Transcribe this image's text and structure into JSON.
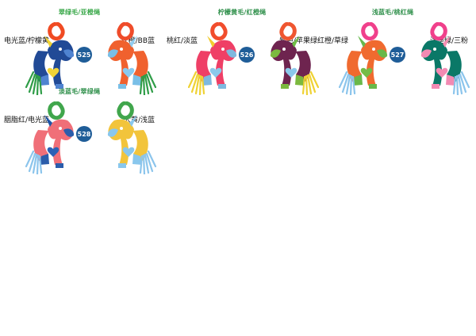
{
  "colors": {
    "header_green": "#2f9d48",
    "header_dark": "#3d7f52",
    "badge": "#1f5d98",
    "badge_text": "#ffffff"
  },
  "groups": [
    {
      "header": "翠绿毛/亚橙绳",
      "header_color": "#38a748",
      "number": "525",
      "left_label": "电光蓝/柠檬黄",
      "right_label": "红橙/BB蓝",
      "left_toy": {
        "body": "#214a96",
        "ear": "#f0d230",
        "mane": "#2f9d48",
        "heart": "#f1d438",
        "hoof": "#4f83d1",
        "strap": "#f04b23"
      },
      "right_toy": {
        "body": "#f0612e",
        "ear": "#91cdf0",
        "mane": "#2f9d48",
        "heart": "#88c9ef",
        "hoof": "#79bfe7",
        "strap": "#ef4c2a"
      }
    },
    {
      "header": "柠檬黄毛/红橙绳",
      "header_color": "#2e8f4a",
      "number": "526",
      "left_label": "桃红/淡蓝",
      "right_label": "紫色/苹果绿",
      "left_toy": {
        "body": "#ef3f66",
        "ear": "#f1cc31",
        "mane": "#efd234",
        "heart": "#8bc9eb",
        "hoof": "#7eb9df",
        "strap": "#f14d2d"
      },
      "right_toy": {
        "body": "#6e244f",
        "ear": "#6fbe45",
        "mane": "#efd234",
        "heart": "#8bc9eb",
        "hoof": "#7cb93f",
        "strap": "#ef5630"
      }
    },
    {
      "header": "浅蓝毛/桃红绳",
      "header_color": "#2e8f4a",
      "number": "527",
      "left_label": "红橙/草绿",
      "right_label": "浅墨绿/三粉",
      "left_toy": {
        "body": "#f06a2f",
        "ear": "#67b84d",
        "mane": "#8cc5ec",
        "heart": "#75bc47",
        "hoof": "#69b849",
        "strap": "#f0408b"
      },
      "right_toy": {
        "body": "#0a7867",
        "ear": "#f48fb2",
        "mane": "#8cc5ec",
        "heart": "#f38ab3",
        "hoof": "#f28ab3",
        "strap": "#f0408b"
      }
    },
    {
      "header": "淡蓝毛/翠绿绳",
      "header_color": "#2e8f4a",
      "number": "528",
      "left_label": "胭脂红/电光蓝",
      "right_label": "大黄/浅蓝",
      "left_toy": {
        "body": "#f06f78",
        "ear": "#1f55a8",
        "mane": "#8cc5ec",
        "heart": "#2b61b6",
        "hoof": "#2b5dab",
        "strap": "#40a64c"
      },
      "right_toy": {
        "body": "#f2c43b",
        "ear": "#89c7ed",
        "mane": "#8cc5ec",
        "heart": "#89c7ed",
        "hoof": "#89c7ed",
        "strap": "#40a64c"
      }
    }
  ]
}
